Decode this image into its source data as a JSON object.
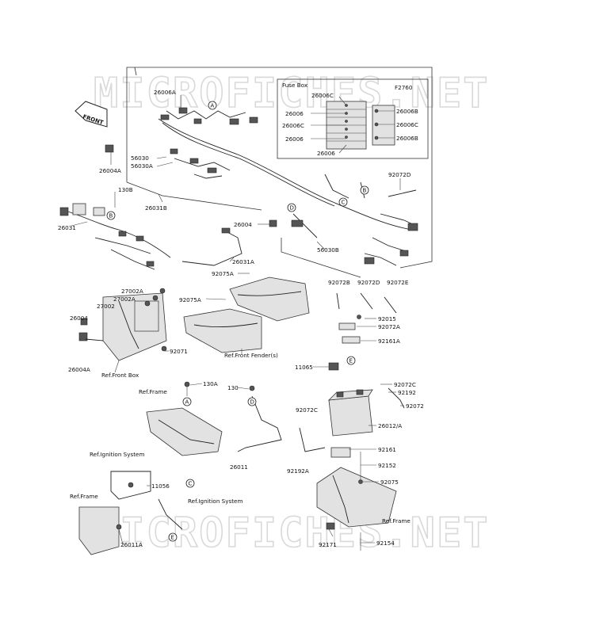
{
  "watermark": "MICROFICHES.NET",
  "front_arrow": "FRONT",
  "fuse_box": {
    "title": "Fuse Box",
    "labels": [
      "26006C",
      "26006",
      "26006C",
      "26006",
      "26006",
      "26006B",
      "26006C",
      "26006B"
    ]
  },
  "parts": {
    "p26006A": "26006A",
    "p26004A_top": "26004A",
    "p56030": "56030",
    "p56030A": "56030A",
    "p26031B": "26031B",
    "p130B": "130B",
    "p26031": "26031",
    "p26004": "26004",
    "p56030B": "56030B",
    "p26031A": "26031A",
    "p92075A_1": "92075A",
    "p92075A_2": "92075A",
    "pF2760": "F2760",
    "p92072D_top": "92072D",
    "p27002A": "27002A",
    "p27002A_2": "27002A",
    "p27002": "27002",
    "p26004_left": "26004",
    "p26004A_left": "26004A",
    "p92071": "92071",
    "p92072B": "92072B",
    "p92072D": "92072D",
    "p92072E": "92072E",
    "p92015": "92015",
    "p92072A": "92072A",
    "p92161A": "92161A",
    "p11065": "11065",
    "p130A": "130A",
    "p130": "130",
    "p92072C_r": "92072C",
    "p92192": "92192",
    "p92072": "92072",
    "p92072C": "92072C",
    "p26012A": "26012/A",
    "p26011": "26011",
    "p92192A": "92192A",
    "p92161": "92161",
    "p92152": "92152",
    "p92075": "92075",
    "p11056": "11056",
    "p26011A": "26011A",
    "p92171": "92171",
    "p92154": "92154"
  },
  "refs": {
    "front_box": "Ref.Front Box",
    "front_fender": "Ref.Front Fender(s)",
    "frame_1": "Ref.Frame",
    "frame_2": "Ref.Frame",
    "frame_3": "Ref.Frame",
    "ignition_1": "Ref.Ignition System",
    "ignition_2": "Ref.Ignition System"
  },
  "callouts": {
    "A1": "A",
    "A2": "A",
    "B1": "B",
    "B2": "B",
    "C1": "C",
    "C2": "C",
    "D1": "D",
    "D2": "D",
    "E1": "E",
    "E2": "E"
  }
}
